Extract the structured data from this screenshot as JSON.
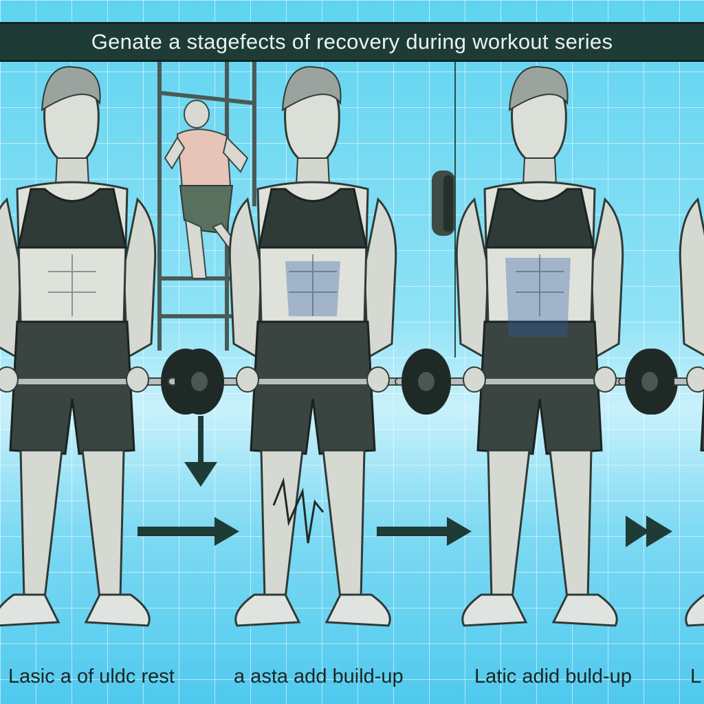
{
  "title": "Genate a stagefects of  recovery during workout series",
  "captions": [
    "Lasic a of uldc rest",
    "a asta add build-up",
    "Latic adid buld-up",
    "L"
  ],
  "colors": {
    "banner_bg": "#1f3b36",
    "banner_text": "#e8f3ee",
    "background": "#5fd3f0",
    "tank_top": "#2f3b37",
    "shorts": "#3a4440",
    "skin": "#d9dcd4",
    "plate": "#1f2a27",
    "arrow": "#1f3b36",
    "muscle_highlight": "#2d5fa8"
  },
  "icons": [
    "down-arrow-icon",
    "right-arrow-icon",
    "right-arrow-icon",
    "double-right-arrow-icon",
    "zigzag-pain-icon"
  ]
}
